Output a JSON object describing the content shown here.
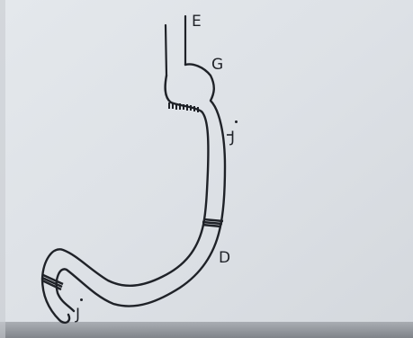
{
  "diagram": {
    "labels": {
      "e": "E",
      "g": "G",
      "j_upper": "J",
      "d": "D",
      "j_lower": "J"
    }
  },
  "colors": {
    "paper": "#dfe3e7",
    "ink": "#1f2228"
  }
}
